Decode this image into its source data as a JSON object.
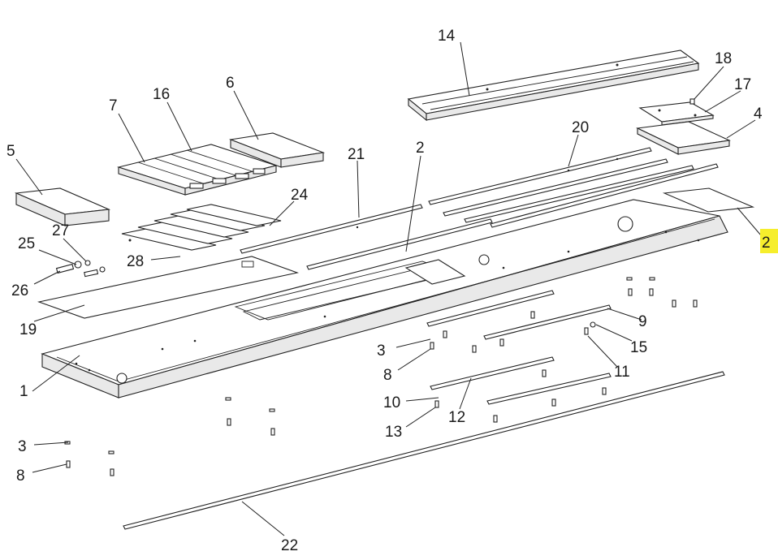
{
  "labels": {
    "l1": "1",
    "l2a": "2",
    "l2b": "2",
    "l3a": "3",
    "l3b": "3",
    "l4": "4",
    "l5": "5",
    "l6": "6",
    "l7": "7",
    "l8a": "8",
    "l8b": "8",
    "l9": "9",
    "l10": "10",
    "l11": "11",
    "l12": "12",
    "l13": "13",
    "l14": "14",
    "l15": "15",
    "l16": "16",
    "l17": "17",
    "l18": "18",
    "l19": "19",
    "l20": "20",
    "l21": "21",
    "l22": "22",
    "l24": "24",
    "l25": "25",
    "l26": "26",
    "l27": "27",
    "l28": "28"
  },
  "colors": {
    "highlight": "#f6ee2c",
    "line": "#222222"
  }
}
